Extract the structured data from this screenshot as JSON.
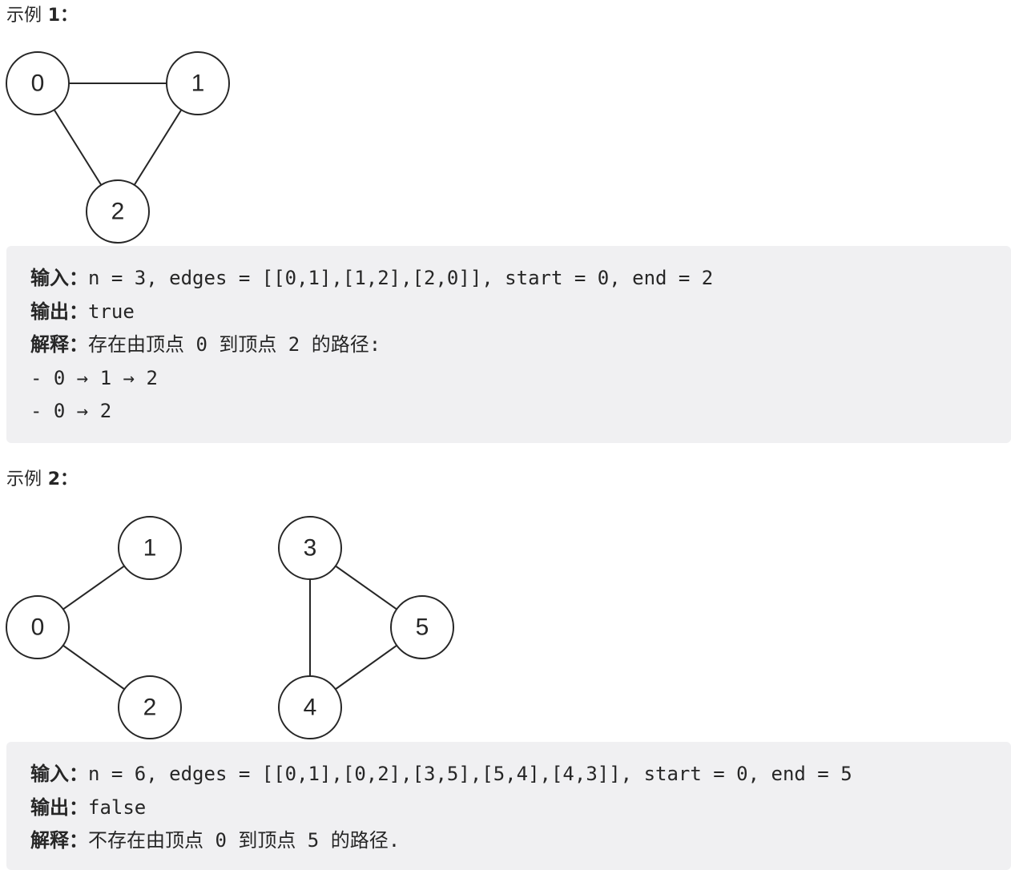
{
  "examples": [
    {
      "heading_label": "示例",
      "heading_num": "1：",
      "graph": {
        "nodes": [
          "0",
          "1",
          "2"
        ],
        "edges": [
          [
            "0",
            "1"
          ],
          [
            "1",
            "2"
          ],
          [
            "2",
            "0"
          ]
        ]
      },
      "input_key": "输入：",
      "input_value": "n = 3, edges = [[0,1],[1,2],[2,0]], start = 0, end = 2",
      "output_key": "输出：",
      "output_value": "true",
      "explain_key": "解释：",
      "explain_value": "存在由顶点 0 到顶点 2 的路径:",
      "paths": [
        "- 0 → 1 → 2",
        "- 0 → 2"
      ]
    },
    {
      "heading_label": "示例",
      "heading_num": "2：",
      "graph": {
        "nodes": [
          "0",
          "1",
          "2",
          "3",
          "4",
          "5"
        ],
        "edges": [
          [
            "0",
            "1"
          ],
          [
            "0",
            "2"
          ],
          [
            "3",
            "5"
          ],
          [
            "5",
            "4"
          ],
          [
            "4",
            "3"
          ]
        ]
      },
      "input_key": "输入：",
      "input_value": "n = 6, edges = [[0,1],[0,2],[3,5],[5,4],[4,3]], start = 0, end = 5",
      "output_key": "输出：",
      "output_value": "false",
      "explain_key": "解释：",
      "explain_value": "不存在由顶点 0 到顶点 5 的路径."
    }
  ]
}
